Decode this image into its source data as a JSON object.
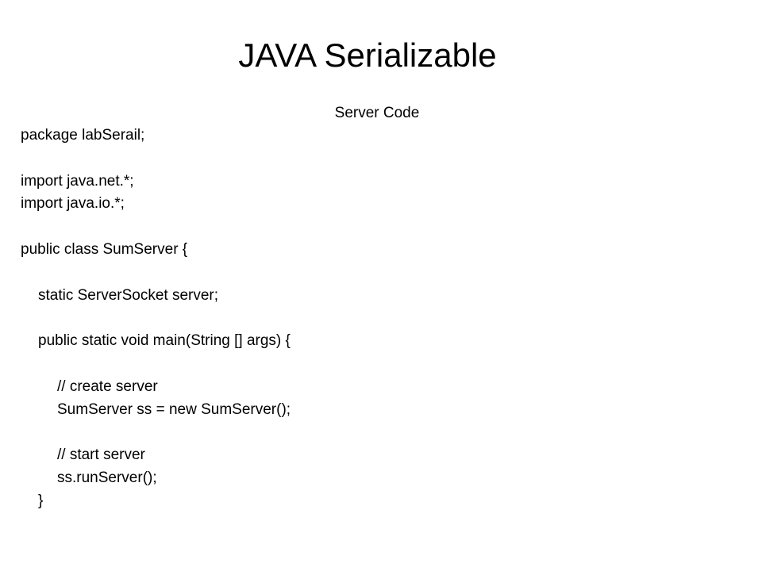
{
  "slide": {
    "title": "JAVA Serializable",
    "subtitle": "Server Code",
    "code_lines": [
      {
        "text": "package labSerail;",
        "indent": 0
      },
      {
        "text": "",
        "indent": 0
      },
      {
        "text": "import java.net.*;",
        "indent": 0
      },
      {
        "text": "import java.io.*;",
        "indent": 0
      },
      {
        "text": "",
        "indent": 0
      },
      {
        "text": "public class SumServer {",
        "indent": 0
      },
      {
        "text": "",
        "indent": 0
      },
      {
        "text": "static ServerSocket server;",
        "indent": 1
      },
      {
        "text": "",
        "indent": 0
      },
      {
        "text": "public static void main(String [] args) {",
        "indent": 1
      },
      {
        "text": "",
        "indent": 0
      },
      {
        "text": "// create server",
        "indent": 2
      },
      {
        "text": "SumServer ss = new SumServer();",
        "indent": 2
      },
      {
        "text": "",
        "indent": 0
      },
      {
        "text": "// start server",
        "indent": 2
      },
      {
        "text": "ss.runServer();",
        "indent": 2
      },
      {
        "text": "}",
        "indent": 1
      }
    ]
  }
}
